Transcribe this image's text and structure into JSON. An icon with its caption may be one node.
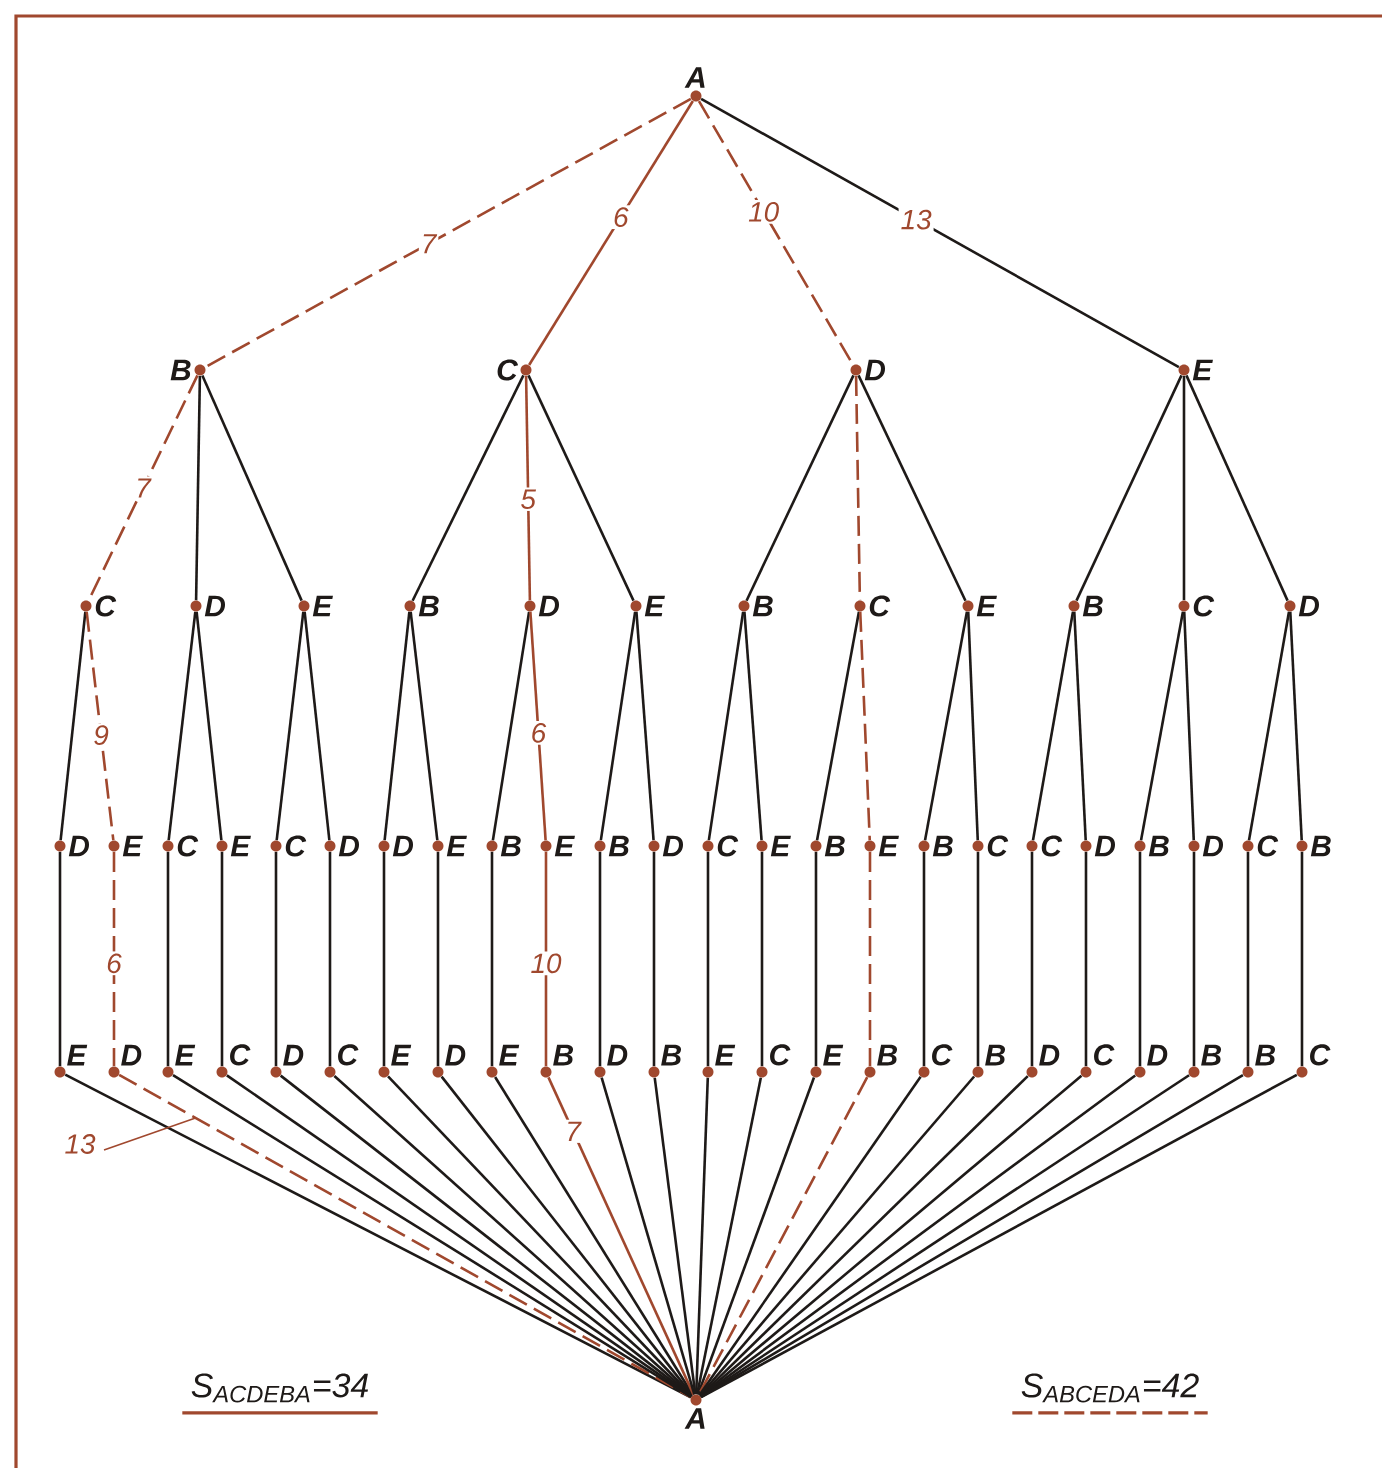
{
  "diagram": {
    "nodes": [
      {
        "text": [
          "A"
        ]
      },
      {
        "text": [
          "B"
        ]
      },
      {
        "text": [
          "C"
        ]
      },
      {
        "text": [
          "D"
        ]
      },
      {
        "text": [
          "E"
        ]
      },
      {
        "text": [
          "C"
        ]
      },
      {
        "text": [
          "D"
        ]
      },
      {
        "text": [
          "E"
        ]
      },
      {
        "text": [
          "B"
        ]
      },
      {
        "text": [
          "D"
        ]
      },
      {
        "text": [
          "E"
        ]
      },
      {
        "text": [
          "B"
        ]
      },
      {
        "text": [
          "C"
        ]
      },
      {
        "text": [
          "E"
        ]
      },
      {
        "text": [
          "B"
        ]
      },
      {
        "text": [
          "C"
        ]
      },
      {
        "text": [
          "D"
        ]
      },
      {
        "text": [
          "D"
        ]
      },
      {
        "text": [
          "E"
        ]
      },
      {
        "text": [
          "C"
        ]
      },
      {
        "text": [
          "E"
        ]
      },
      {
        "text": [
          "C"
        ]
      },
      {
        "text": [
          "D"
        ]
      },
      {
        "text": [
          "D"
        ]
      },
      {
        "text": [
          "E"
        ]
      },
      {
        "text": [
          "B"
        ]
      },
      {
        "text": [
          "E"
        ]
      },
      {
        "text": [
          "B"
        ]
      },
      {
        "text": [
          "D"
        ]
      },
      {
        "text": [
          "C"
        ]
      },
      {
        "text": [
          "E"
        ]
      },
      {
        "text": [
          "B"
        ]
      },
      {
        "text": [
          "E"
        ]
      },
      {
        "text": [
          "B"
        ]
      },
      {
        "text": [
          "C"
        ]
      },
      {
        "text": [
          "C"
        ]
      },
      {
        "text": [
          "D"
        ]
      },
      {
        "text": [
          "B"
        ]
      },
      {
        "text": [
          "D"
        ]
      },
      {
        "text": [
          "C"
        ]
      },
      {
        "text": [
          "B"
        ]
      },
      {
        "text": [
          "E"
        ]
      },
      {
        "text": [
          "D"
        ]
      },
      {
        "text": [
          "E"
        ]
      },
      {
        "text": [
          "C"
        ]
      },
      {
        "text": [
          "D"
        ]
      },
      {
        "text": [
          "C"
        ]
      },
      {
        "text": [
          "E"
        ]
      },
      {
        "text": [
          "D"
        ]
      },
      {
        "text": [
          "E"
        ]
      },
      {
        "text": [
          "B"
        ]
      },
      {
        "text": [
          "D"
        ]
      },
      {
        "text": [
          "B"
        ]
      },
      {
        "text": [
          "E"
        ]
      },
      {
        "text": [
          "C"
        ]
      },
      {
        "text": [
          "E"
        ]
      },
      {
        "text": [
          "B"
        ]
      },
      {
        "text": [
          "C"
        ]
      },
      {
        "text": [
          "B"
        ]
      },
      {
        "text": [
          "D"
        ]
      },
      {
        "text": [
          "C"
        ]
      },
      {
        "text": [
          "D"
        ]
      },
      {
        "text": [
          "B"
        ]
      },
      {
        "text": [
          "B"
        ]
      },
      {
        "text": [
          "C"
        ]
      },
      {
        "text": [
          "A"
        ]
      }
    ],
    "edges": [
      {
        "from": 0,
        "to": 1,
        "arrow": "none",
        "label": "7",
        "style": "dashed",
        "color": "#a0482e"
      },
      {
        "from": 0,
        "to": 2,
        "arrow": "none",
        "label": "6",
        "color": "#a0482e"
      },
      {
        "from": 0,
        "to": 3,
        "arrow": "none",
        "label": "10",
        "style": "dashed",
        "color": "#a0482e"
      },
      {
        "from": 0,
        "to": 4,
        "arrow": "none",
        "label": "13"
      },
      {
        "from": 1,
        "to": 5,
        "arrow": "none",
        "label": "7",
        "style": "dashed",
        "color": "#a0482e"
      },
      {
        "from": 1,
        "to": 6,
        "arrow": "none"
      },
      {
        "from": 1,
        "to": 7,
        "arrow": "none"
      },
      {
        "from": 2,
        "to": 8,
        "arrow": "none"
      },
      {
        "from": 2,
        "to": 9,
        "arrow": "none",
        "label": "5",
        "color": "#a0482e"
      },
      {
        "from": 2,
        "to": 10,
        "arrow": "none"
      },
      {
        "from": 3,
        "to": 11,
        "arrow": "none"
      },
      {
        "from": 3,
        "to": 12,
        "arrow": "none",
        "style": "dashed",
        "color": "#a0482e"
      },
      {
        "from": 3,
        "to": 13,
        "arrow": "none"
      },
      {
        "from": 4,
        "to": 14,
        "arrow": "none"
      },
      {
        "from": 4,
        "to": 15,
        "arrow": "none"
      },
      {
        "from": 4,
        "to": 16,
        "arrow": "none"
      },
      {
        "from": 5,
        "to": 17,
        "arrow": "none"
      },
      {
        "from": 5,
        "to": 18,
        "arrow": "none",
        "label": "9",
        "style": "dashed",
        "color": "#a0482e"
      },
      {
        "from": 6,
        "to": 19,
        "arrow": "none"
      },
      {
        "from": 6,
        "to": 20,
        "arrow": "none"
      },
      {
        "from": 7,
        "to": 21,
        "arrow": "none"
      },
      {
        "from": 7,
        "to": 22,
        "arrow": "none"
      },
      {
        "from": 8,
        "to": 23,
        "arrow": "none"
      },
      {
        "from": 8,
        "to": 24,
        "arrow": "none"
      },
      {
        "from": 9,
        "to": 25,
        "arrow": "none"
      },
      {
        "from": 9,
        "to": 26,
        "arrow": "none",
        "label": "6",
        "color": "#a0482e"
      },
      {
        "from": 10,
        "to": 27,
        "arrow": "none"
      },
      {
        "from": 10,
        "to": 28,
        "arrow": "none"
      },
      {
        "from": 11,
        "to": 29,
        "arrow": "none"
      },
      {
        "from": 11,
        "to": 30,
        "arrow": "none"
      },
      {
        "from": 12,
        "to": 31,
        "arrow": "none"
      },
      {
        "from": 12,
        "to": 32,
        "arrow": "none",
        "style": "dashed",
        "color": "#a0482e"
      },
      {
        "from": 13,
        "to": 33,
        "arrow": "none"
      },
      {
        "from": 13,
        "to": 34,
        "arrow": "none"
      },
      {
        "from": 14,
        "to": 35,
        "arrow": "none"
      },
      {
        "from": 14,
        "to": 36,
        "arrow": "none"
      },
      {
        "from": 15,
        "to": 37,
        "arrow": "none"
      },
      {
        "from": 15,
        "to": 38,
        "arrow": "none"
      },
      {
        "from": 16,
        "to": 39,
        "arrow": "none"
      },
      {
        "from": 16,
        "to": 40,
        "arrow": "none"
      },
      {
        "from": 17,
        "to": 41,
        "arrow": "none"
      },
      {
        "from": 18,
        "to": 42,
        "arrow": "none",
        "label": "6",
        "style": "dashed",
        "color": "#a0482e"
      },
      {
        "from": 19,
        "to": 43,
        "arrow": "none"
      },
      {
        "from": 20,
        "to": 44,
        "arrow": "none"
      },
      {
        "from": 21,
        "to": 45,
        "arrow": "none"
      },
      {
        "from": 22,
        "to": 46,
        "arrow": "none"
      },
      {
        "from": 23,
        "to": 47,
        "arrow": "none"
      },
      {
        "from": 24,
        "to": 48,
        "arrow": "none"
      },
      {
        "from": 25,
        "to": 49,
        "arrow": "none"
      },
      {
        "from": 26,
        "to": 50,
        "arrow": "none",
        "label": "10",
        "color": "#a0482e"
      },
      {
        "from": 27,
        "to": 51,
        "arrow": "none"
      },
      {
        "from": 28,
        "to": 52,
        "arrow": "none"
      },
      {
        "from": 29,
        "to": 53,
        "arrow": "none"
      },
      {
        "from": 30,
        "to": 54,
        "arrow": "none"
      },
      {
        "from": 31,
        "to": 55,
        "arrow": "none"
      },
      {
        "from": 32,
        "to": 56,
        "arrow": "none",
        "style": "dashed",
        "color": "#a0482e"
      },
      {
        "from": 33,
        "to": 57,
        "arrow": "none"
      },
      {
        "from": 34,
        "to": 58,
        "arrow": "none"
      },
      {
        "from": 35,
        "to": 59,
        "arrow": "none"
      },
      {
        "from": 36,
        "to": 60,
        "arrow": "none"
      },
      {
        "from": 37,
        "to": 61,
        "arrow": "none"
      },
      {
        "from": 38,
        "to": 62,
        "arrow": "none"
      },
      {
        "from": 39,
        "to": 63,
        "arrow": "none"
      },
      {
        "from": 40,
        "to": 64,
        "arrow": "none"
      },
      {
        "from": 41,
        "to": 65,
        "arrow": "none"
      },
      {
        "from": 42,
        "to": 65,
        "arrow": "none",
        "label": "13",
        "style": "dashed",
        "color": "#a0482e"
      },
      {
        "from": 43,
        "to": 65,
        "arrow": "none"
      },
      {
        "from": 44,
        "to": 65,
        "arrow": "none"
      },
      {
        "from": 45,
        "to": 65,
        "arrow": "none"
      },
      {
        "from": 46,
        "to": 65,
        "arrow": "none"
      },
      {
        "from": 47,
        "to": 65,
        "arrow": "none"
      },
      {
        "from": 48,
        "to": 65,
        "arrow": "none"
      },
      {
        "from": 49,
        "to": 65,
        "arrow": "none"
      },
      {
        "from": 50,
        "to": 65,
        "arrow": "none",
        "label": "7",
        "color": "#a0482e"
      },
      {
        "from": 51,
        "to": 65,
        "arrow": "none"
      },
      {
        "from": 52,
        "to": 65,
        "arrow": "none"
      },
      {
        "from": 53,
        "to": 65,
        "arrow": "none"
      },
      {
        "from": 54,
        "to": 65,
        "arrow": "none"
      },
      {
        "from": 55,
        "to": 65,
        "arrow": "none"
      },
      {
        "from": 56,
        "to": 65,
        "arrow": "none",
        "style": "dashed",
        "color": "#a0482e"
      },
      {
        "from": 57,
        "to": 65,
        "arrow": "none"
      },
      {
        "from": 58,
        "to": 65,
        "arrow": "none"
      },
      {
        "from": 59,
        "to": 65,
        "arrow": "none"
      },
      {
        "from": 60,
        "to": 65,
        "arrow": "none"
      },
      {
        "from": 61,
        "to": 65,
        "arrow": "none"
      },
      {
        "from": 62,
        "to": 65,
        "arrow": "none"
      },
      {
        "from": 63,
        "to": 65,
        "arrow": "none"
      },
      {
        "from": 64,
        "to": 65,
        "arrow": "none"
      }
    ],
    "labels": [
      "S$_{ACDEBA}$=34",
      "S$_{ABCEDA}$=42"
    ]
  }
}
